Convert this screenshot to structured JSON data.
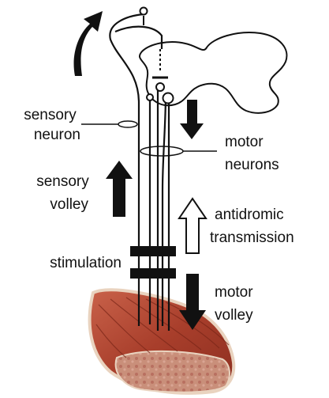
{
  "labels": {
    "sensory_neuron": [
      "sensory",
      "neuron"
    ],
    "motor_neurons": [
      "motor",
      "neurons"
    ],
    "sensory_volley": [
      "sensory",
      "volley"
    ],
    "antidromic_transmission": [
      "antidromic",
      "transmission"
    ],
    "stimulation": "stimulation",
    "motor_volley": [
      "motor",
      "volley"
    ]
  },
  "colors": {
    "ink": "#111111",
    "muscle_red": "#b84a35",
    "muscle_dark": "#8c2f20",
    "muscle_cross_section": "#c98f7a",
    "muscle_skin": "#e9d3bf"
  }
}
